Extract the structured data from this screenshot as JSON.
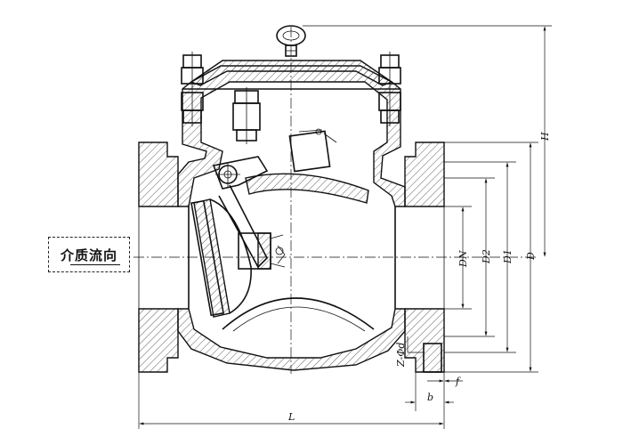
{
  "flow_label": "介质流向",
  "dimensions": {
    "h": "H",
    "dn": "DN",
    "d2": "D2",
    "d1": "D1",
    "d": "D",
    "bolt": "Z-Φd",
    "f": "f",
    "b": "b",
    "l": "L"
  }
}
